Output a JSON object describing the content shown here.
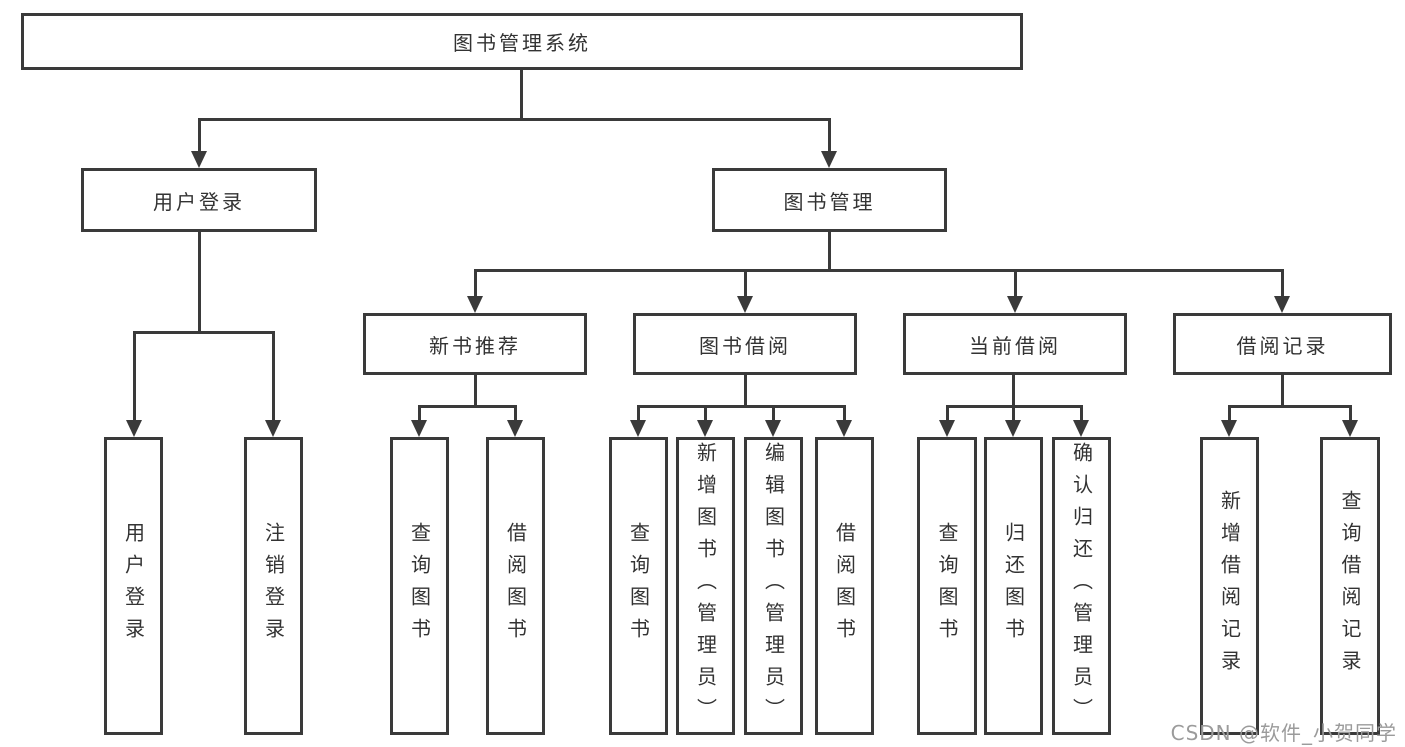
{
  "tree": {
    "root": "图书管理系统",
    "branches": [
      {
        "label": "用户登录",
        "children": [
          "用户登录",
          "注销登录"
        ]
      },
      {
        "label": "图书管理",
        "groups": [
          {
            "label": "新书推荐",
            "children": [
              "查询图书",
              "借阅图书"
            ]
          },
          {
            "label": "图书借阅",
            "children": [
              "查询图书",
              "新增图书（管理员）",
              "编辑图书（管理员）",
              "借阅图书"
            ]
          },
          {
            "label": "当前借阅",
            "children": [
              "查询图书",
              "归还图书",
              "确认归还（管理员）"
            ]
          },
          {
            "label": "借阅记录",
            "children": [
              "新增借阅记录",
              "查询借阅记录"
            ]
          }
        ]
      }
    ]
  },
  "watermark": {
    "text": "CSDN @软件_小贺同学"
  },
  "colors": {
    "line": "#3a3a3a",
    "text": "#333333",
    "watermark": "#9b9b9b",
    "background": "#ffffff"
  }
}
